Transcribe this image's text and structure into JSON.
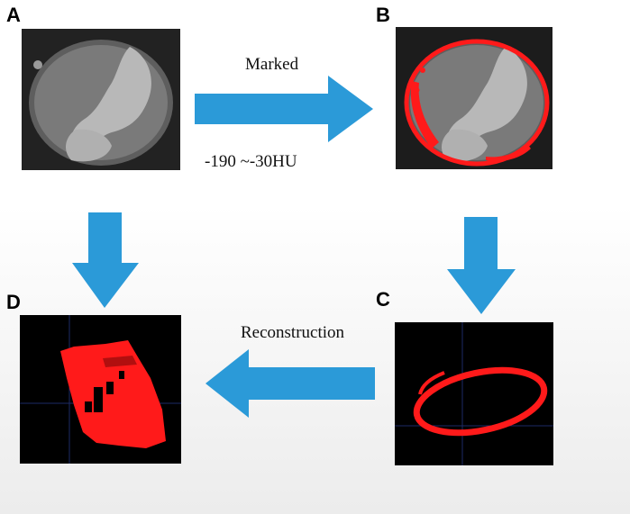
{
  "panels": {
    "a": {
      "letter": "A"
    },
    "b": {
      "letter": "B"
    },
    "c": {
      "letter": "C"
    },
    "d": {
      "letter": "D"
    }
  },
  "labels": {
    "marked": "Marked",
    "hu_range": "-190 ~-30HU",
    "reconstruction": "Reconstruction"
  },
  "colors": {
    "arrow": "#2b9ad8",
    "segmentation": "#ff1a1a",
    "ct_background": "#1c1c1c",
    "ct_tissue": "#7a7a7a",
    "ct_contrast": "#b8b8b8",
    "render_background": "#000000"
  }
}
